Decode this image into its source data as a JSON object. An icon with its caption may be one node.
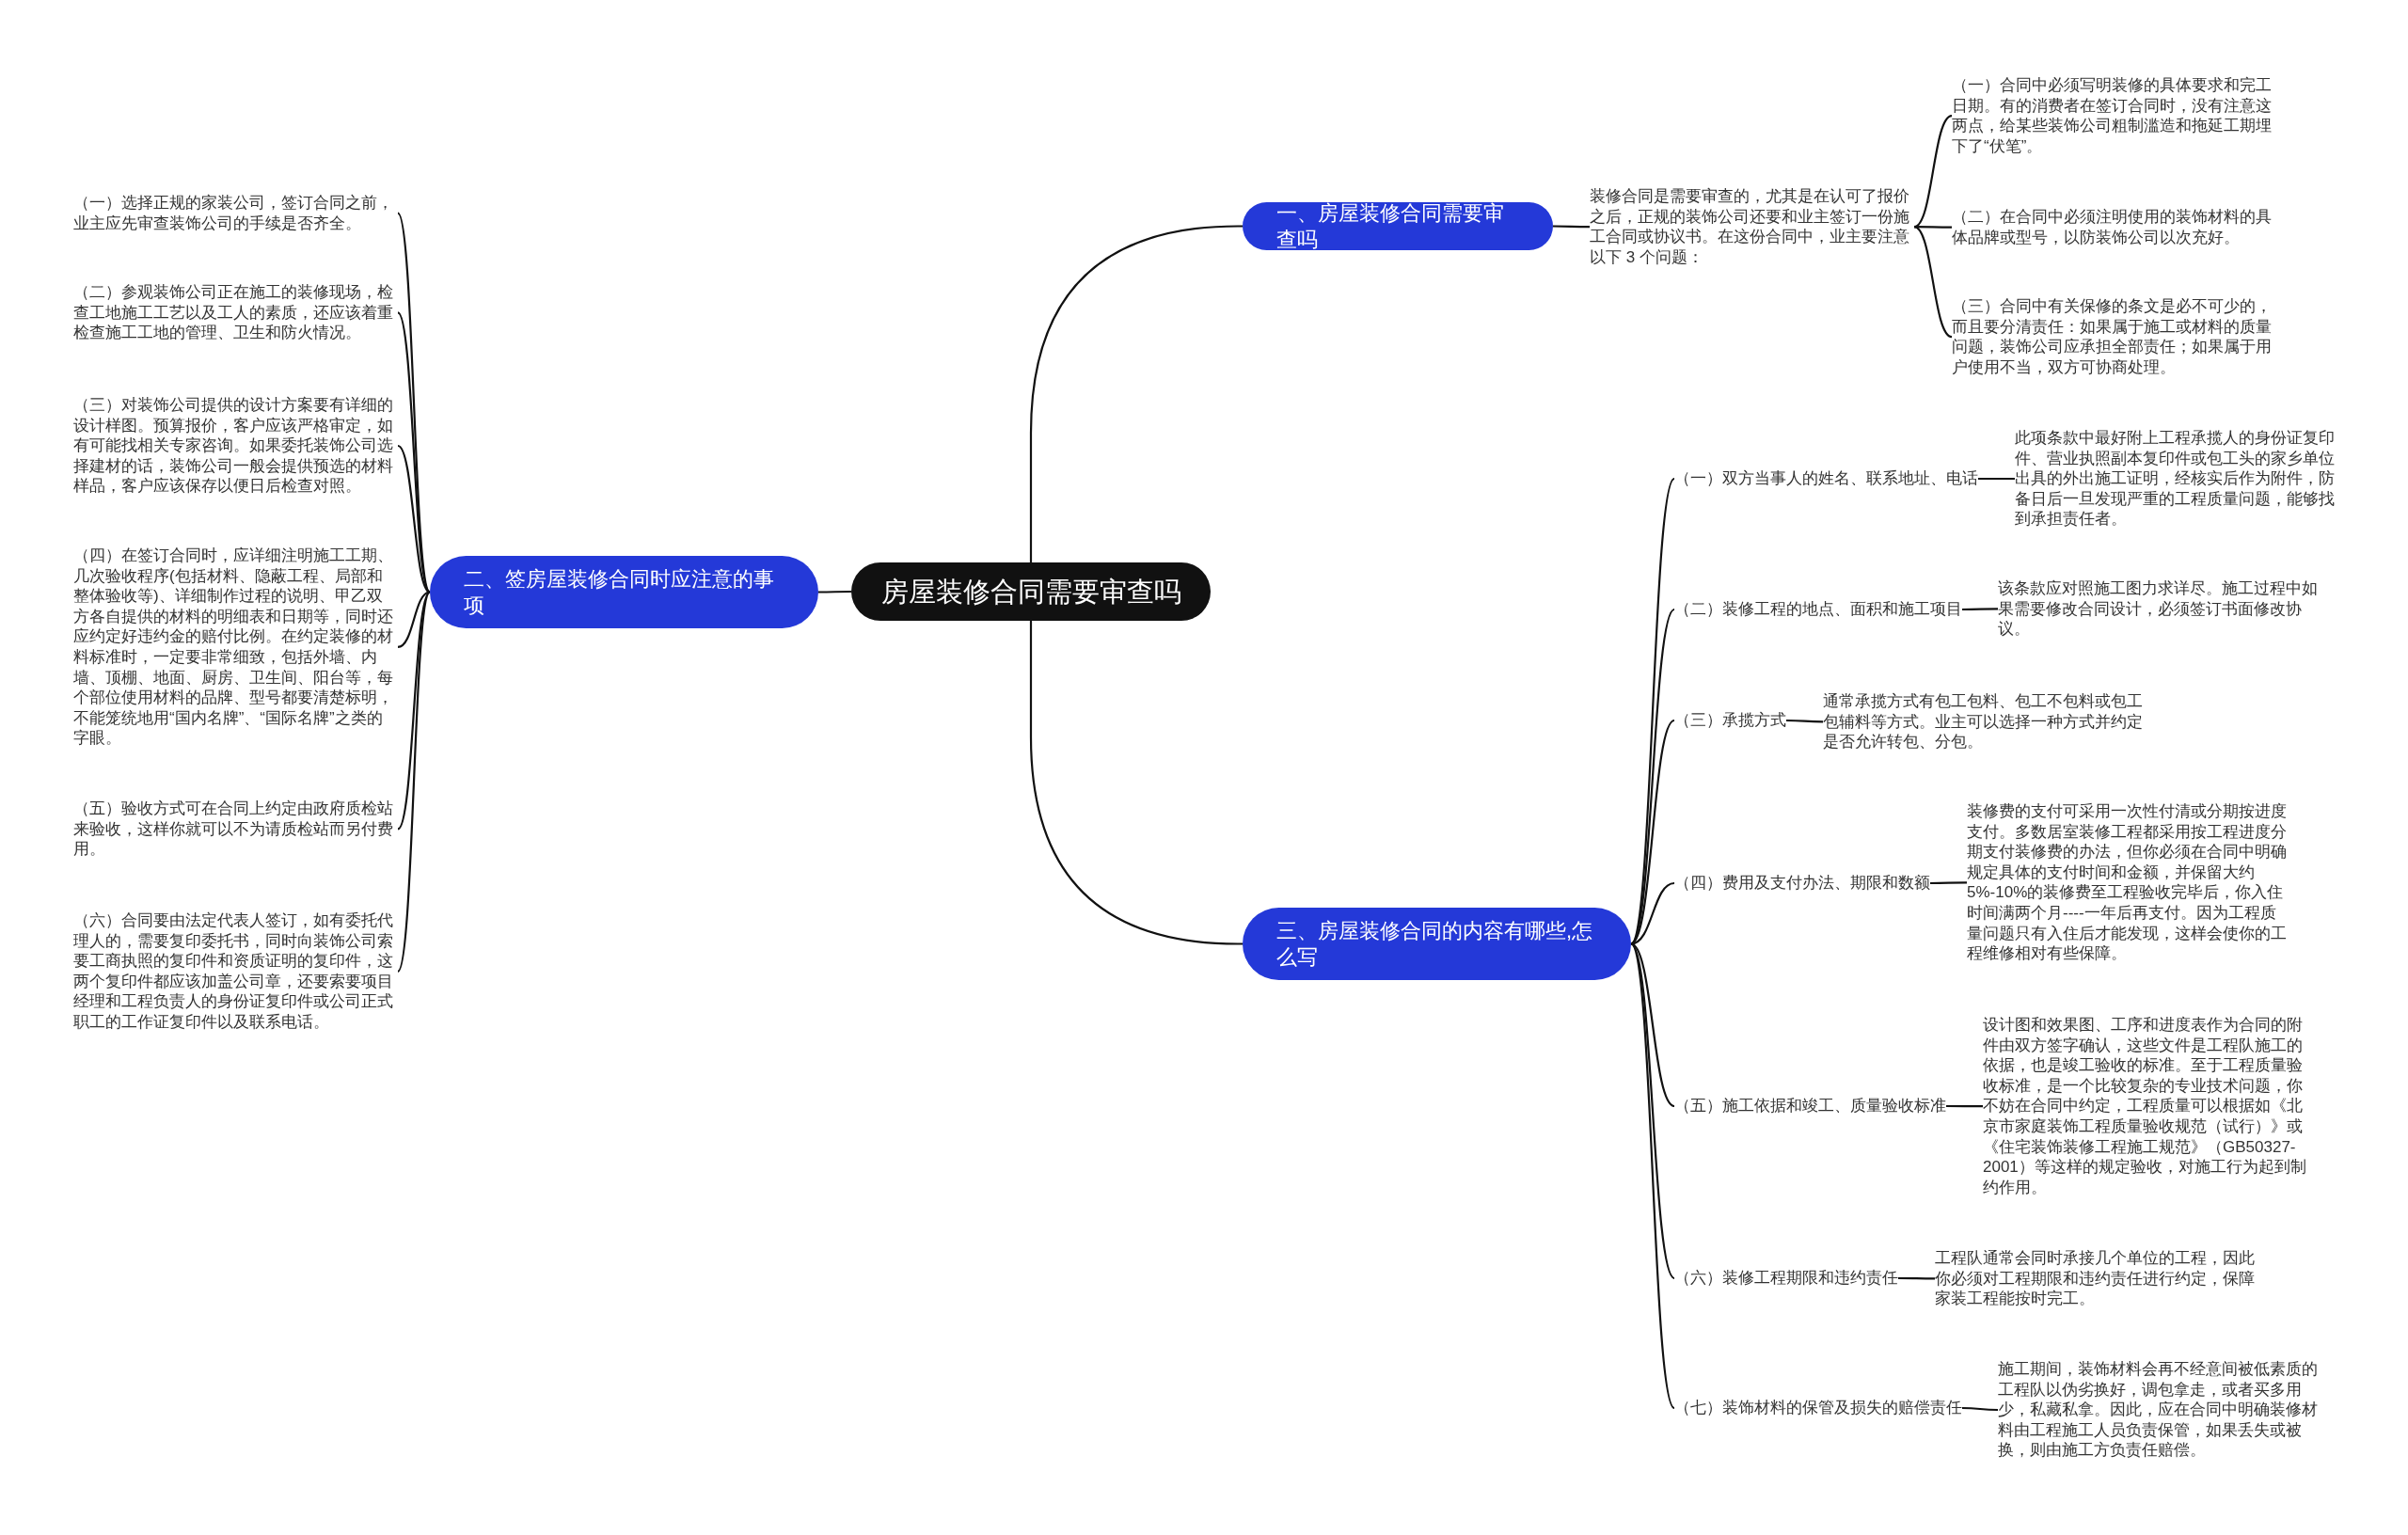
{
  "diagram": {
    "nodes": [
      {
        "text": [
          "房屋装修合同需要审查吗"
        ]
      },
      {
        "text": [
          "一、房屋装修合同需要审查吗"
        ]
      },
      {
        "text": [
          "装修合同是需要审查的，尤其是在认可了报价之后，正规的装饰公司还要和业主签订一份施工合同或协议书。在这份合同中，业主要注意以下 3 个问题："
        ]
      },
      {
        "text": [
          "（一）合同中必须写明装修的具体要求和完工日期。有的消费者在签订合同时，没有注意这两点，给某些装饰公司粗制滥造和拖延工期埋下了“伏笔”。"
        ]
      },
      {
        "text": [
          "（二）在合同中必须注明使用的装饰材料的具体品牌或型号，以防装饰公司以次充好。"
        ]
      },
      {
        "text": [
          "（三）合同中有关保修的条文是必不可少的，而且要分清责任：如果属于施工或材料的质量问题，装饰公司应承担全部责任；如果属于用户使用不当，双方可协商处理。"
        ]
      },
      {
        "text": [
          "二、签房屋装修合同时应注意的事项"
        ]
      },
      {
        "text": [
          "（一）选择正规的家装公司，签订合同之前，业主应先审查装饰公司的手续是否齐全。"
        ]
      },
      {
        "text": [
          "（二）参观装饰公司正在施工的装修现场，检查工地施工工艺以及工人的素质，还应该着重检查施工工地的管理、卫生和防火情况。"
        ]
      },
      {
        "text": [
          "（三）对装饰公司提供的设计方案要有详细的设计样图。预算报价，客户应该严格审定，如有可能找相关专家咨询。如果委托装饰公司选择建材的话，装饰公司一般会提供预选的材料样品，客户应该保存以便日后检查对照。"
        ]
      },
      {
        "text": [
          "（四）在签订合同时，应详细注明施工工期、几次验收程序(包括材料、隐蔽工程、局部和整体验收等)、详细制作过程的说明、甲乙双方各自提供的材料的明细表和日期等，同时还应约定好违约金的赔付比例。在约定装修的材料标准时，一定要非常细致，包括外墙、内墙、顶棚、地面、厨房、卫生间、阳台等，每个部位使用材料的品牌、型号都要清楚标明，不能笼统地用“国内名牌”、“国际名牌”之类的字眼。"
        ]
      },
      {
        "text": [
          "（五）验收方式可在合同上约定由政府质检站来验收，这样你就可以不为请质检站而另付费用。"
        ]
      },
      {
        "text": [
          "（六）合同要由法定代表人签订，如有委托代理人的，需要复印委托书，同时向装饰公司索要工商执照的复印件和资质证明的复印件，这两个复印件都应该加盖公司章，还要索要项目经理和工程负责人的身份证复印件或公司正式职工的工作证复印件以及联系电话。"
        ]
      },
      {
        "text": [
          "三、房屋装修合同的内容有哪些,怎么写"
        ]
      },
      {
        "text": [
          "（一）双方当事人的姓名、联系地址、电话"
        ]
      },
      {
        "text": [
          "此项条款中最好附上工程承揽人的身份证复印件、营业执照副本复印件或包工头的家乡单位出具的外出施工证明，经核实后作为附件，防备日后一旦发现严重的工程质量问题，能够找到承担责任者。"
        ]
      },
      {
        "text": [
          "（二）装修工程的地点、面积和施工项目"
        ]
      },
      {
        "text": [
          "该条款应对照施工图力求详尽。施工过程中如果需要修改合同设计，必须签订书面修改协议。"
        ]
      },
      {
        "text": [
          "（三）承揽方式"
        ]
      },
      {
        "text": [
          "通常承揽方式有包工包料、包工不包料或包工包辅料等方式。业主可以选择一种方式并约定是否允许转包、分包。"
        ]
      },
      {
        "text": [
          "（四）费用及支付办法、期限和数额"
        ]
      },
      {
        "text": [
          "装修费的支付可采用一次性付清或分期按进度支付。多数居室装修工程都采用按工程进度分期支付装修费的办法，但你必须在合同中明确规定具体的支付时间和金额，并保留大约5%-10%的装修费至工程验收完毕后，你入住时间满两个月----一年后再支付。因为工程质量问题只有入住后才能发现，这样会使你的工程维修相对有些保障。"
        ]
      },
      {
        "text": [
          "（五）施工依据和竣工、质量验收标准"
        ]
      },
      {
        "text": [
          "设计图和效果图、工序和进度表作为合同的附件由双方签字确认，这些文件是工程队施工的依据，也是竣工验收的标准。至于工程质量验收标准，是一个比较复杂的专业技术问题，你不妨在合同中约定，工程质量可以根据如《北京市家庭装饰工程质量验收规范（试行）》或《住宅装饰装修工程施工规范》（GB50327-2001）等这样的规定验收，对施工行为起到制约作用。"
        ]
      },
      {
        "text": [
          "（六）装修工程期限和违约责任"
        ]
      },
      {
        "text": [
          "工程队通常会同时承接几个单位的工程，因此你必须对工程期限和违约责任进行约定，保障家装工程能按时完工。"
        ]
      },
      {
        "text": [
          "（七）装饰材料的保管及损失的赔偿责任"
        ]
      },
      {
        "text": [
          "施工期间，装饰材料会再不经意间被低素质的工程队以伪劣换好，调包拿走，或者买多用少，私藏私拿。因此，应在合同中明确装修材料由工程施工人员负责保管，如果丢失或被换，则由施工方负责任赔偿。"
        ]
      }
    ],
    "edges": [
      {
        "from": 0,
        "to": 1,
        "arrow": "none"
      },
      {
        "from": 0,
        "to": 6,
        "arrow": "none"
      },
      {
        "from": 0,
        "to": 13,
        "arrow": "none"
      },
      {
        "from": 1,
        "to": 2,
        "arrow": "none"
      },
      {
        "from": 2,
        "to": 3,
        "arrow": "none"
      },
      {
        "from": 2,
        "to": 4,
        "arrow": "none"
      },
      {
        "from": 2,
        "to": 5,
        "arrow": "none"
      },
      {
        "from": 6,
        "to": 7,
        "arrow": "none"
      },
      {
        "from": 6,
        "to": 8,
        "arrow": "none"
      },
      {
        "from": 6,
        "to": 9,
        "arrow": "none"
      },
      {
        "from": 6,
        "to": 10,
        "arrow": "none"
      },
      {
        "from": 6,
        "to": 11,
        "arrow": "none"
      },
      {
        "from": 6,
        "to": 12,
        "arrow": "none"
      },
      {
        "from": 13,
        "to": 14,
        "arrow": "none"
      },
      {
        "from": 13,
        "to": 16,
        "arrow": "none"
      },
      {
        "from": 13,
        "to": 18,
        "arrow": "none"
      },
      {
        "from": 13,
        "to": 20,
        "arrow": "none"
      },
      {
        "from": 13,
        "to": 22,
        "arrow": "none"
      },
      {
        "from": 13,
        "to": 24,
        "arrow": "none"
      },
      {
        "from": 13,
        "to": 26,
        "arrow": "none"
      },
      {
        "from": 14,
        "to": 15,
        "arrow": "none"
      },
      {
        "from": 16,
        "to": 17,
        "arrow": "none"
      },
      {
        "from": 18,
        "to": 19,
        "arrow": "none"
      },
      {
        "from": 20,
        "to": 21,
        "arrow": "none"
      },
      {
        "from": 22,
        "to": 23,
        "arrow": "none"
      },
      {
        "from": 24,
        "to": 25,
        "arrow": "none"
      },
      {
        "from": 26,
        "to": 27,
        "arrow": "none"
      }
    ]
  }
}
